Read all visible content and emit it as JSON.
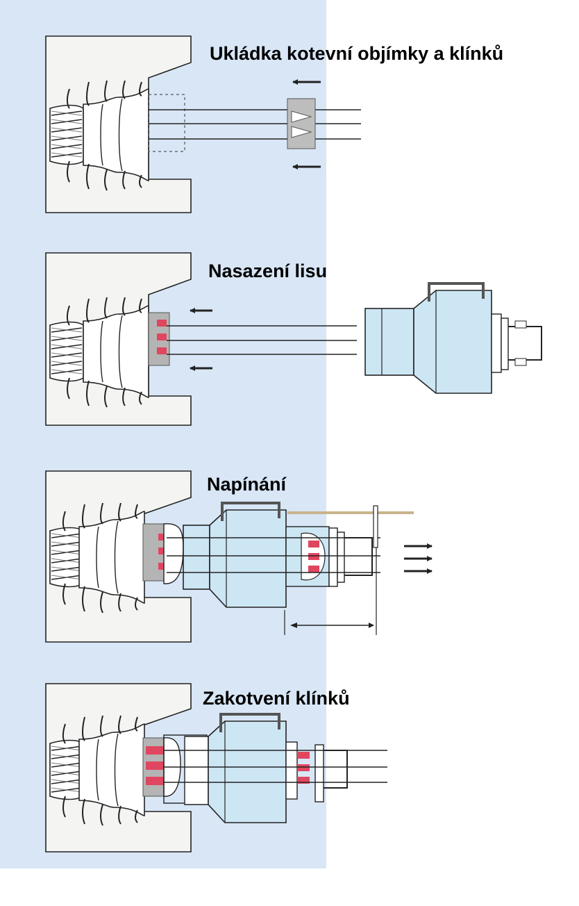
{
  "colors": {
    "background": "#ffffff",
    "panel": "#d8e6f6",
    "concrete": "#f4f4f2",
    "device": "#cde6f4",
    "wedge_red": "#e0465f",
    "line": "#222222",
    "grey": "#b4b4b4",
    "tan": "#c8b48c"
  },
  "steps": [
    {
      "title": "Ukládka kotevní objímky a klínků",
      "icon": "anchor-sleeve-and-wedges"
    },
    {
      "title": "Nasazení lisu",
      "icon": "press-attach"
    },
    {
      "title": "Napínání",
      "icon": "tensioning-jack"
    },
    {
      "title": "Zakotvení klínků",
      "icon": "wedge-lock"
    }
  ]
}
